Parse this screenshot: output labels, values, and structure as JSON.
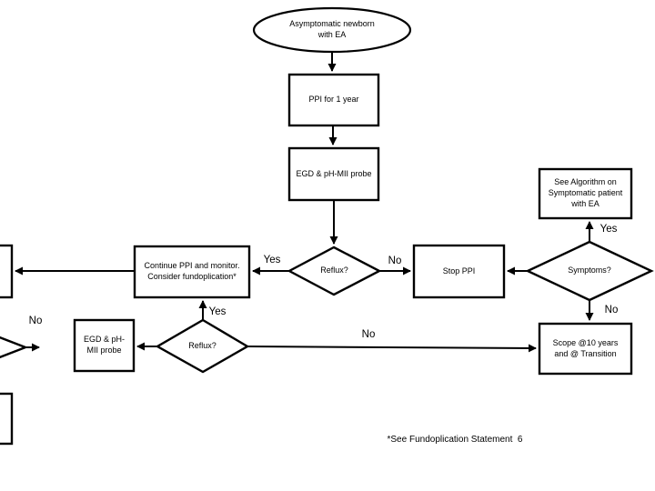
{
  "flowchart": {
    "nodes": {
      "start": "Asymptomatic newborn\nwith EA",
      "ppi_one_year": "PPI for 1 year",
      "egd_probe_upper": "EGD & pH-MII probe",
      "see_algorithm": "See Algorithm on\nSymptomatic patient\nwith EA",
      "continue_ppi": "Continue PPI and monitor.\nConsider fundoplication*",
      "reflux_upper": "Reflux?",
      "stop_ppi": "Stop PPI",
      "symptoms": "Symptoms?",
      "scope": "Scope @10 years\nand @ Transition",
      "egd_probe_lower": "EGD & pH-\nMII probe",
      "reflux_lower": "Reflux?"
    },
    "labels": {
      "reflux_upper_yes": "Yes",
      "reflux_upper_no": "No",
      "symptoms_yes": "Yes",
      "symptoms_no": "No",
      "reflux_lower_yes": "Yes",
      "reflux_lower_no": "No",
      "left_diamond_no": "No"
    },
    "footnote": "*See Fundoplication Statement  6",
    "colors": {
      "line": "#000000",
      "background": "#ffffff"
    }
  }
}
